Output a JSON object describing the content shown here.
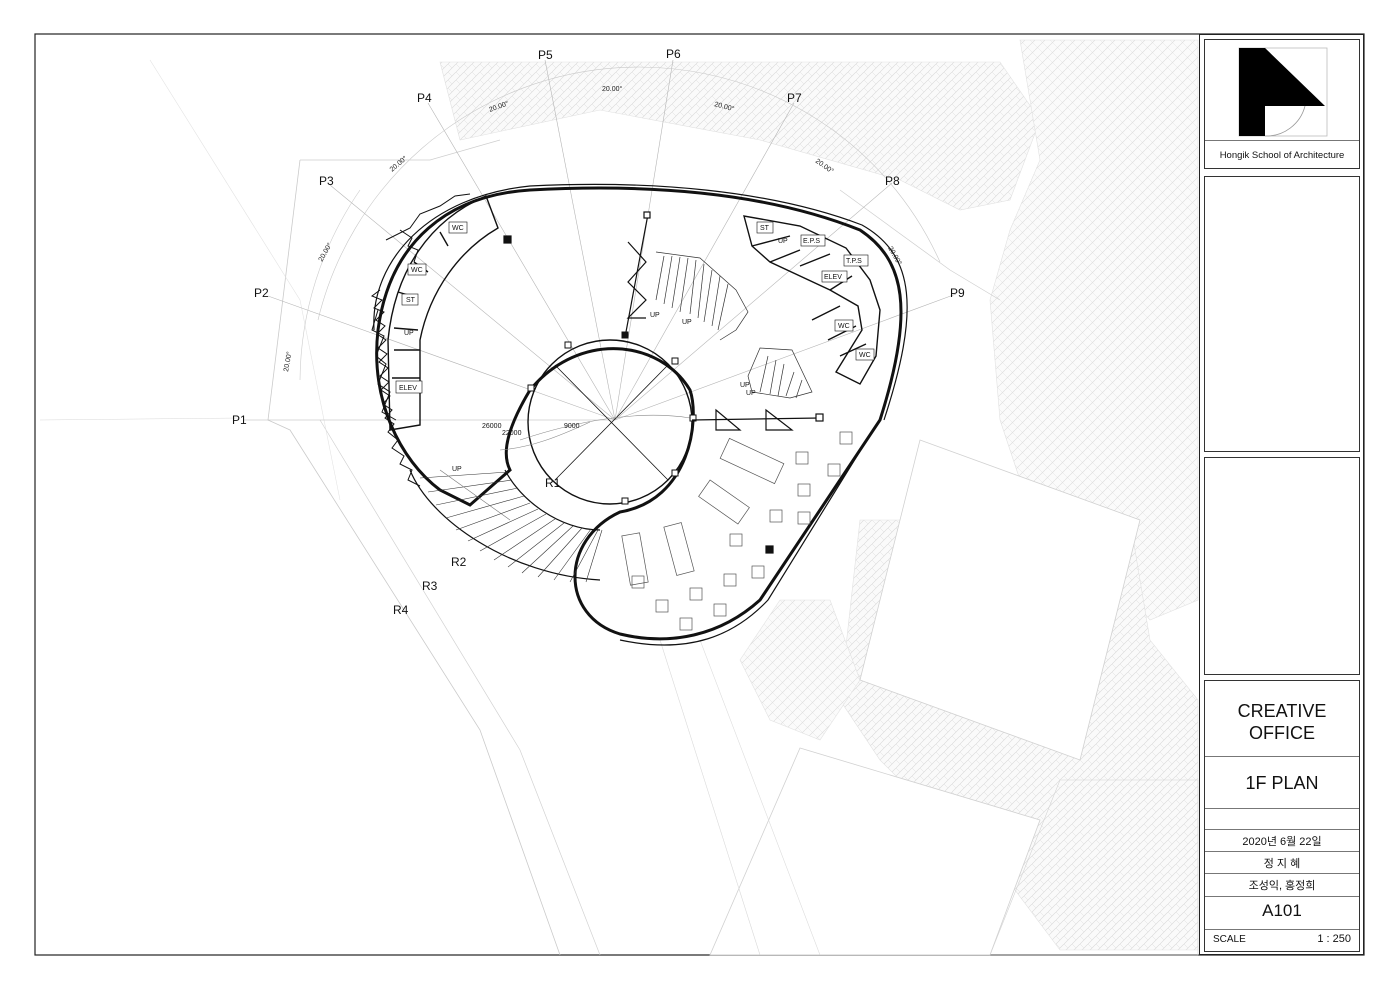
{
  "drawing": {
    "grid_labels": [
      "P1",
      "P2",
      "P3",
      "P4",
      "P5",
      "P6",
      "P7",
      "P8",
      "P9"
    ],
    "ring_labels": [
      "R1",
      "R2",
      "R3",
      "R4"
    ],
    "angle_label": "20.00°",
    "rooms": {
      "wc": "WC",
      "st": "ST",
      "elev": "ELEV",
      "eps": "E.P.S",
      "tps": "T.P.S",
      "up": "UP"
    },
    "dimensions": {
      "d1": "26000",
      "d2": "22000",
      "d3": "9000"
    }
  },
  "title_block": {
    "school": "Hongik School of Architecture",
    "project_line1": "CREATIVE",
    "project_line2": "OFFICE",
    "drawing_title": "1F PLAN",
    "date": "2020년 6월 22일",
    "author": "정 지 혜",
    "advisors": "조성익, 홍정희",
    "sheet_number": "A101",
    "scale_label": "SCALE",
    "scale_value": "1 : 250"
  }
}
